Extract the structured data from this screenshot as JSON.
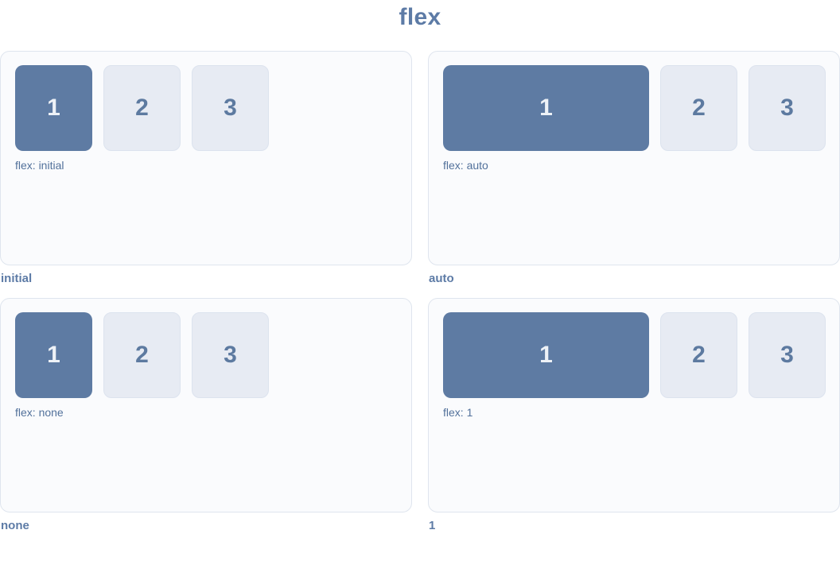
{
  "page": {
    "title": "flex"
  },
  "colors": {
    "accent_text": "#5d7ba6",
    "item_primary_bg": "#5e7ba3",
    "item_plain_bg": "#e7ebf3",
    "item_plain_border": "#dce3ee",
    "panel_bg": "#fafbfd",
    "panel_border": "#dfe5ee",
    "caption_text": "#52719b"
  },
  "panels": [
    {
      "label": "initial",
      "caption": "flex: initial",
      "items": [
        "1",
        "2",
        "3"
      ]
    },
    {
      "label": "auto",
      "caption": "flex: auto",
      "items": [
        "1",
        "2",
        "3"
      ]
    },
    {
      "label": "none",
      "caption": "flex: none",
      "items": [
        "1",
        "2",
        "3"
      ]
    },
    {
      "label": "1",
      "caption": "flex: 1",
      "items": [
        "1",
        "2",
        "3"
      ]
    }
  ]
}
